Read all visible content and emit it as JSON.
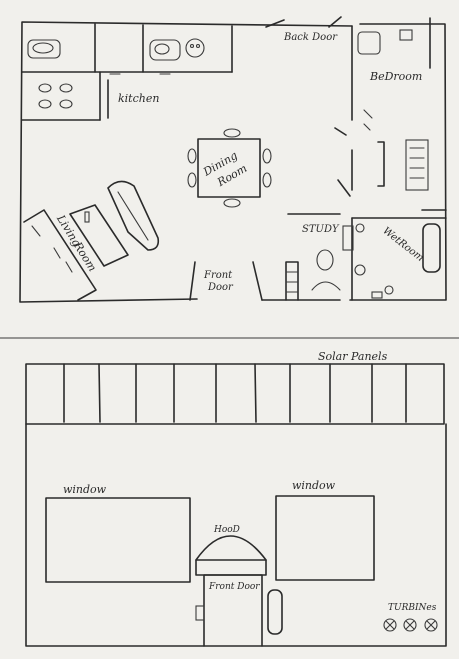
{
  "floor_plan": {
    "labels": {
      "back_door": "Back Door",
      "bedroom": "BeDroom",
      "kitchen": "kitchen",
      "dining_room": [
        "Dining",
        "Room"
      ],
      "living_room": [
        "Living",
        "Room"
      ],
      "study": "STUDY",
      "wet_room": "WetRoom",
      "front_door": [
        "Front",
        "Door"
      ]
    }
  },
  "elevation": {
    "labels": {
      "solar_panels": "Solar Panels",
      "window_left": "window",
      "window_right": "window",
      "hood": "HooD",
      "front_door": "Front Door",
      "turbines": "TURBINes"
    }
  }
}
